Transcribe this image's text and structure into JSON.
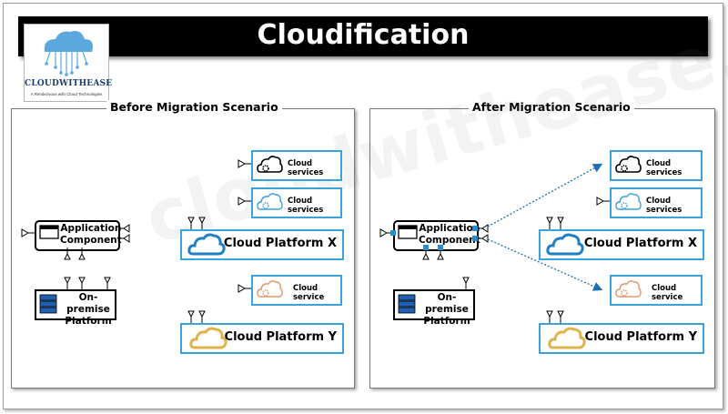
{
  "title": "Cloudification",
  "logo": {
    "name": "CLOUDWITHEASE",
    "tagline": "A Rendezvous with Cloud Technologies"
  },
  "watermark": "cloudwithease.com",
  "before": {
    "heading": "Before Migration Scenario",
    "app_label_1": "Application",
    "app_label_2": "Component",
    "onprem_label_1": "On-premise",
    "onprem_label_2": "Platform",
    "svc1": "Cloud services",
    "svc2": "Cloud services",
    "platform_x": "Cloud Platform X",
    "svc3": "Cloud service",
    "platform_y": "Cloud Platform Y"
  },
  "after": {
    "heading": "After Migration Scenario",
    "app_label_1": "Application",
    "app_label_2": "Component",
    "onprem_label_1": "On-premise",
    "onprem_label_2": "Platform",
    "svc1": "Cloud services",
    "svc2": "Cloud services",
    "platform_x": "Cloud Platform X",
    "svc3": "Cloud service",
    "platform_y": "Cloud Platform Y"
  },
  "colors": {
    "accent": "#3aa3dc",
    "platform_x_cloud": "#1f7fc4",
    "platform_y_cloud": "#e0b24a",
    "service_cloud_orange": "#e3956a"
  }
}
